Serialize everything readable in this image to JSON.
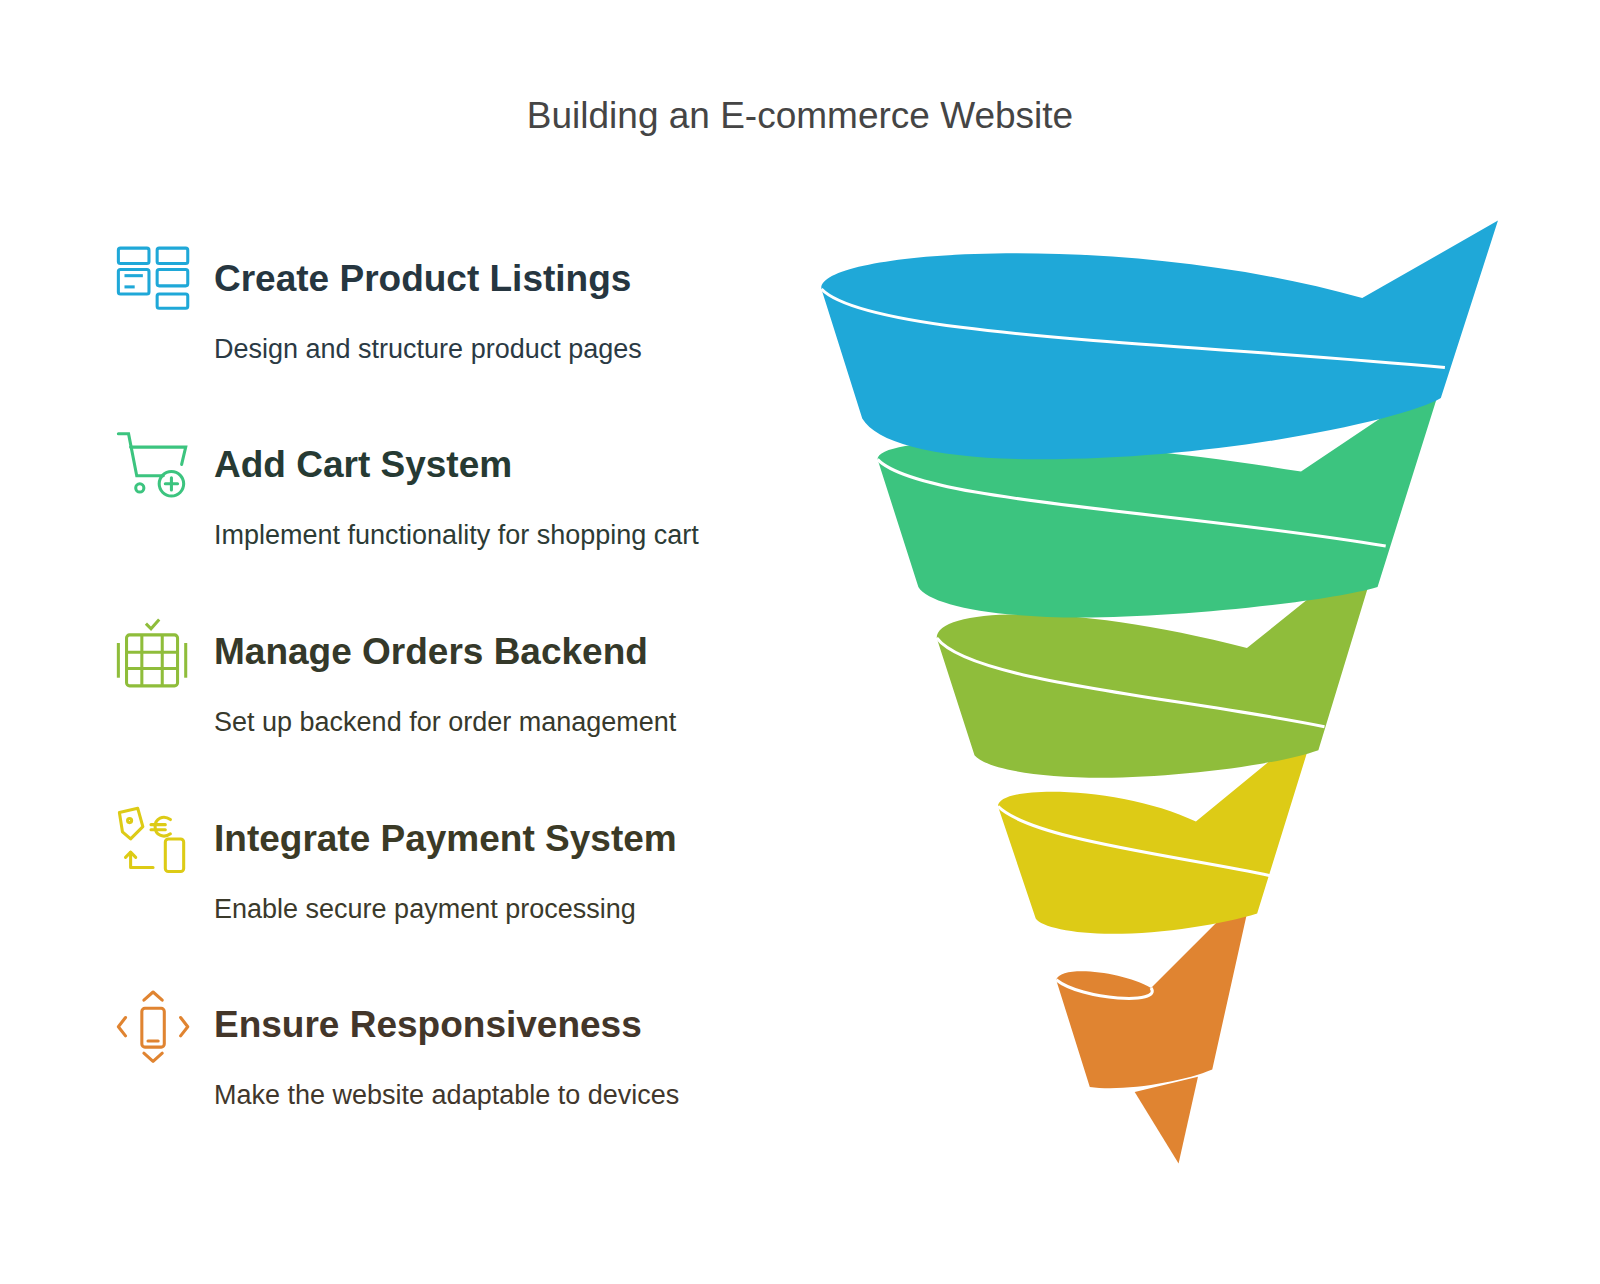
{
  "diagram": {
    "title": "Building an E-commerce Website",
    "nodes": [
      {
        "text": [
          "Create Product Listings",
          "Design and structure product pages"
        ]
      },
      {
        "text": [
          "Add Cart System",
          "Implement functionality for shopping cart"
        ]
      },
      {
        "text": [
          "Manage Orders Backend",
          "Set up backend for order management"
        ]
      },
      {
        "text": [
          "Integrate Payment System",
          "Enable secure payment processing"
        ]
      },
      {
        "text": [
          "Ensure Responsiveness",
          "Make the website adaptable to devices"
        ]
      }
    ]
  }
}
